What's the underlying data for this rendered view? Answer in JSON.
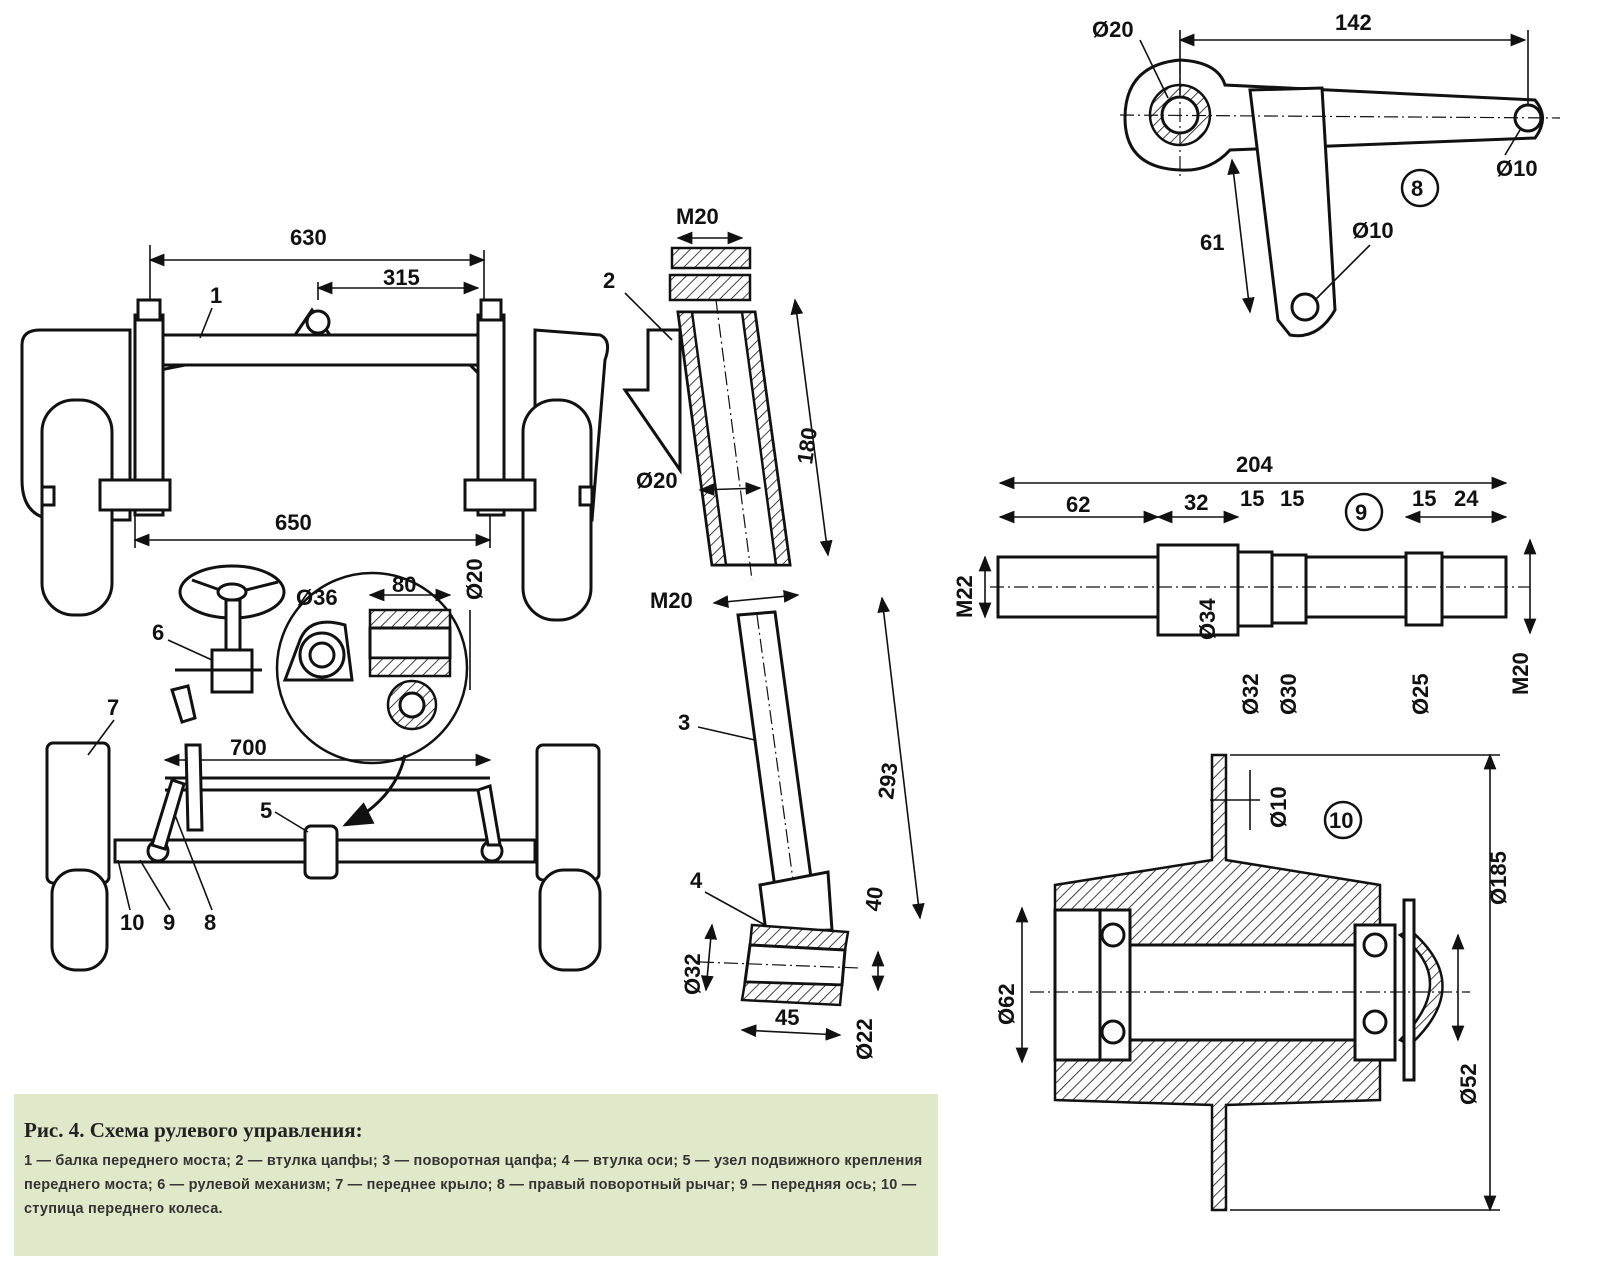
{
  "figure": {
    "caption_title": "Рис. 4. Схема рулевого управления:",
    "caption_text": "1 — балка переднего моста; 2 — втулка цапфы; 3 — поворотная цапфа; 4 — втулка оси; 5 — узел подвижного крепления переднего моста; 6 — рулевой механизм; 7 — переднее крыло; 8 — правый поворотный рычаг; 9 — передняя ось; 10 — ступица переднего колеса."
  },
  "front_axle": {
    "dim_630": "630",
    "dim_315": "315",
    "dim_650": "650",
    "dim_20": "Ø20",
    "callout_1": "1"
  },
  "detail_5": {
    "dim_36": "Ø36",
    "dim_80": "80"
  },
  "steering": {
    "callout_6": "6",
    "callout_7": "7",
    "callout_5": "5",
    "callout_10": "10",
    "callout_9": "9",
    "callout_8": "8",
    "dim_700": "700"
  },
  "bushing_2": {
    "callout": "2",
    "dim_m20": "M20",
    "dim_180": "180",
    "dim_20": "Ø20"
  },
  "knuckle_3": {
    "callout_3": "3",
    "callout_4": "4",
    "dim_m20": "M20",
    "dim_293": "293",
    "dim_40": "40",
    "dim_32": "Ø32",
    "dim_45": "45",
    "dim_22": "Ø22"
  },
  "lever_8": {
    "callout": "8",
    "dim_20": "Ø20",
    "dim_142": "142",
    "dim_10a": "Ø10",
    "dim_10b": "Ø10",
    "dim_61": "61"
  },
  "axle_9": {
    "callout": "9",
    "dim_204": "204",
    "dim_62": "62",
    "dim_32": "32",
    "dim_15a": "15",
    "dim_15b": "15",
    "dim_15c": "15",
    "dim_24": "24",
    "dim_m22": "M22",
    "dim_d34": "Ø34",
    "dim_d32": "Ø32",
    "dim_d30": "Ø30",
    "dim_d25": "Ø25",
    "dim_m20": "M20"
  },
  "hub_10": {
    "callout": "10",
    "dim_10": "Ø10",
    "dim_185": "Ø185",
    "dim_62": "Ø62",
    "dim_52": "Ø52"
  }
}
